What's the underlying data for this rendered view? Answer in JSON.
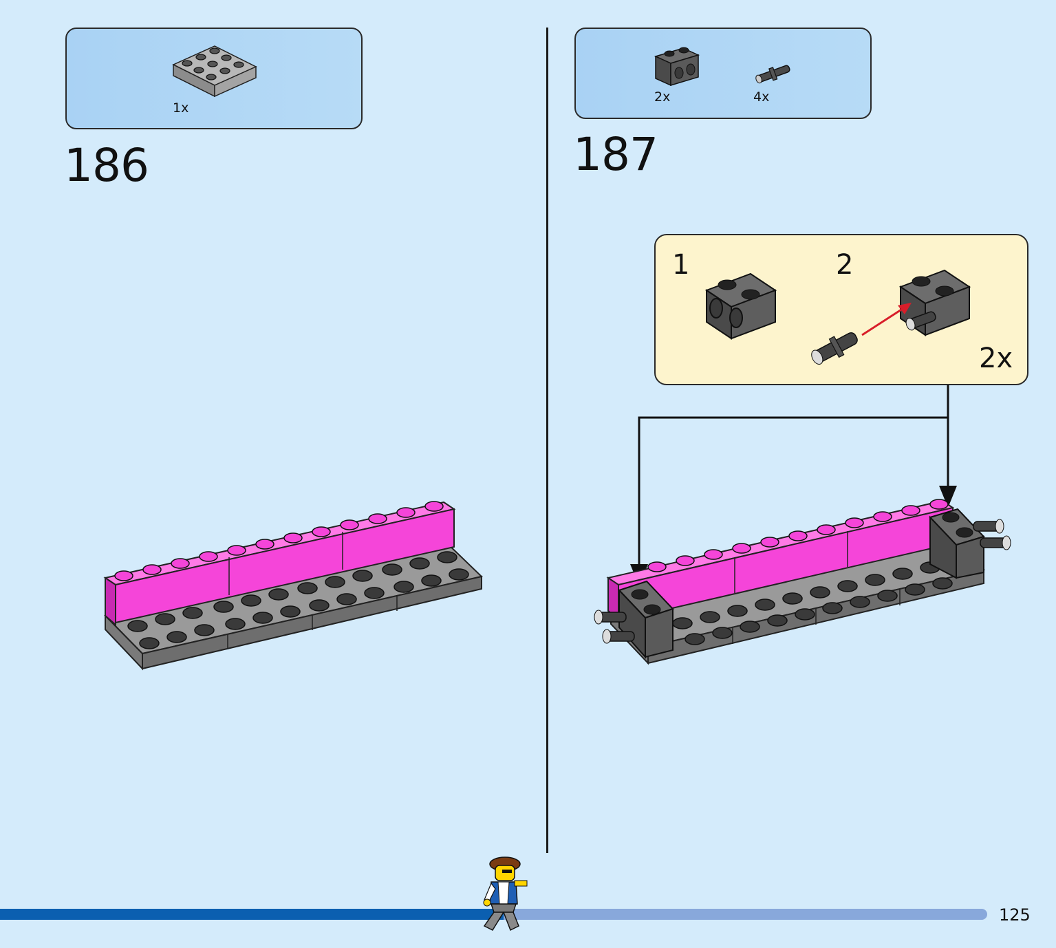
{
  "page": {
    "number": "125",
    "progress": 0.51
  },
  "steps": [
    {
      "number": "186",
      "parts": [
        {
          "name": "plate-2x4-gray-icon",
          "qty": "1x"
        }
      ]
    },
    {
      "number": "187",
      "parts": [
        {
          "name": "technic-brick-1x2-dark-gray-icon",
          "qty": "2x"
        },
        {
          "name": "technic-pin-dark-gray-icon",
          "qty": "4x"
        }
      ]
    }
  ],
  "subassembly": {
    "steps": [
      "1",
      "2"
    ],
    "multiplier": "2x"
  },
  "colors": {
    "background": "#d4ebfb",
    "parts_box": "#b3d8f5",
    "subassembly_box": "#fdf4cd",
    "magenta": "#f545d9",
    "dark_gray": "#545454",
    "light_gray": "#9a9a9a",
    "progress_done": "#0b5fb0",
    "progress_todo": "#88a8db"
  }
}
